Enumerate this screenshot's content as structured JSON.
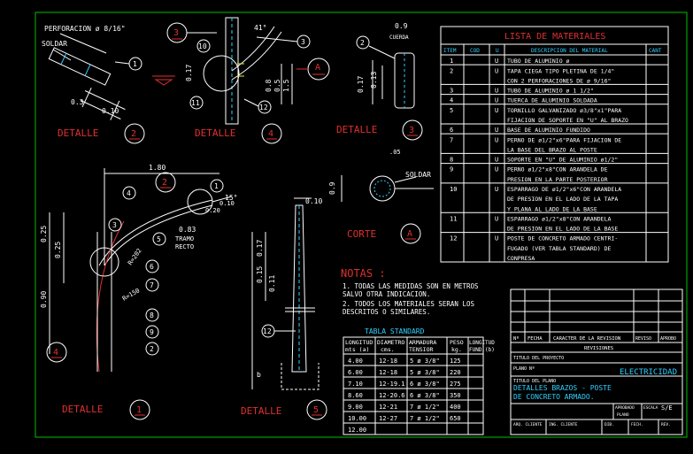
{
  "colors": {
    "frame": "#00c000",
    "white": "#ffffff",
    "red": "#e03030",
    "cyan": "#30d0ff",
    "yellow": "#e8e830",
    "blue": "#3050ff"
  },
  "detail2": {
    "note": "PERFORACION ø 8/16\"",
    "weld": "SOLDAR",
    "label": "DETALLE",
    "num": "2",
    "dim_a": "0.3",
    "dim_b": "0.10",
    "callout": "1"
  },
  "detail4": {
    "label": "DETALLE",
    "num": "4",
    "angle": "41°",
    "c3": "3",
    "c10": "10",
    "c11": "11",
    "c12": "12",
    "d1": "0.17",
    "d2": "0.8",
    "d3": "0.5",
    "d4": "1.5",
    "top": "3",
    "sectionA": "A"
  },
  "detail3": {
    "label": "DETALLE",
    "num": "3",
    "top": "2",
    "dim_top": "0.9",
    "note": "CUERDA",
    "d1": "0.17",
    "d2": "0.13"
  },
  "corte": {
    "label": "CORTE",
    "letter": "A",
    "dim": ".05",
    "weld": "SOLDAR",
    "d": "0.9"
  },
  "detail1": {
    "label": "DETALLE",
    "num": "1",
    "top_dim": "1.80",
    "angle": "15°",
    "d_a": "0.83",
    "d_b": "0.25",
    "d_c": "0.90",
    "r1": "R=202",
    "r2": "R=150",
    "r3": "0.20",
    "r4": "0.10",
    "tramo": "TRAMO",
    "recto": "RECTO",
    "marks": [
      "1",
      "2",
      "3",
      "4",
      "5",
      "6",
      "7",
      "8",
      "9",
      "2",
      "4"
    ]
  },
  "detail5": {
    "label": "DETALLE",
    "num": "5",
    "top": "0.10",
    "d1": "0.17",
    "d2": "0.15",
    "d3": "0.11",
    "callout": "12",
    "b": "b"
  },
  "notes": {
    "title": "NOTAS :",
    "items": [
      "1.  TODAS LAS MEDIDAS SON EN METROS",
      "     SALVO OTRA INDICACION.",
      "2.  TODOS LOS MATERIALES SERAN LOS",
      "     DESCRITOS O SIMILARES."
    ]
  },
  "materials": {
    "title": "LISTA DE MATERIALES",
    "headers": [
      "ITEM",
      "COD",
      "U",
      "DESCRIPCION DEL MATERIAL",
      "CANT"
    ],
    "rows": [
      [
        "1",
        "",
        "U",
        "TUBO DE ALUMINIO ø"
      ],
      [
        "2",
        "",
        "U",
        "TAPA CIEGA TIPO PLETINA DE 1/4\""
      ],
      [
        "",
        "",
        "",
        "CON 2 PERFORACIONES DE ø 9/16\""
      ],
      [
        "3",
        "",
        "U",
        "TUBO DE ALUMINIO ø 1 1/2\""
      ],
      [
        "4",
        "",
        "U",
        "TUERCA DE ALUMINIO SOLDADA"
      ],
      [
        "5",
        "",
        "U",
        "TORNILLO GALVANIZADO ø3/8\"x1\"PARA"
      ],
      [
        "",
        "",
        "",
        "FIJACION DE SOPORTE EN \"U\" AL BRAZO"
      ],
      [
        "6",
        "",
        "U",
        "BASE DE ALUMINIO FUNDIDO"
      ],
      [
        "7",
        "",
        "U",
        "PERNO DE ø1/2\"x6\"PARA FIJACION DE"
      ],
      [
        "",
        "",
        "",
        "LA BASE DEL BRAZO AL POSTE"
      ],
      [
        "8",
        "",
        "U",
        "SOPORTE EN \"U\" DE ALUMINIO ø1/2\""
      ],
      [
        "9",
        "",
        "U",
        "PERNO ø1/2\"x8\"CON ARANDELA DE"
      ],
      [
        "",
        "",
        "",
        "PRESION EN LA PARTE POSTERIOR"
      ],
      [
        "10",
        "",
        "U",
        "ESPARRAGO DE ø1/2\"x6\"CON ARANDELA"
      ],
      [
        "",
        "",
        "",
        "DE PRESION EN EL LADO DE LA TAPA"
      ],
      [
        "",
        "",
        "",
        "Y PLANA AL LADO DE LA BASE"
      ],
      [
        "11",
        "",
        "U",
        "ESPARRAGO ø1/2\"x8\"CON ARANDELA"
      ],
      [
        "",
        "",
        "",
        "DE PRESION EN EL LADO DE LA BASE"
      ],
      [
        "12",
        "",
        "U",
        "POSTE DE CONCRETO ARMADO CENTRI-"
      ],
      [
        "",
        "",
        "",
        "FUGADO (VER TABLA STANDARD) DE"
      ],
      [
        "",
        "",
        "",
        "CONPRESA"
      ]
    ]
  },
  "standard": {
    "title": "TABLA STANDARD",
    "headers": [
      "LONGITUD",
      "DIAMETRO",
      "ARMADURA",
      "PESO",
      "LONGITUD"
    ],
    "headers2": [
      "mts (a)",
      "cms.",
      "TENSIOR",
      "kg.",
      "FUND.(b)"
    ],
    "rows": [
      [
        "4.00",
        "12-18",
        "5 ø 3/8\"",
        "125",
        ""
      ],
      [
        "6.00",
        "12-18",
        "5 ø 3/8\"",
        "220",
        ""
      ],
      [
        "7.10",
        "12-19.1",
        "6 ø 3/8\"",
        "275",
        ""
      ],
      [
        "8.60",
        "12-20.6",
        "6 ø 3/8\"",
        "350",
        ""
      ],
      [
        "9.00",
        "12-21",
        "7 ø 1/2\"",
        "400",
        ""
      ],
      [
        "10.00",
        "12-27",
        "7 ø 1/2\"",
        "650",
        ""
      ],
      [
        "12.00",
        "",
        "",
        "",
        ""
      ]
    ]
  },
  "titleblock": {
    "rev_headers": [
      "Nº",
      "FECHA",
      "CARACTER DE LA REVISION",
      "REVISO",
      "APROBO"
    ],
    "revisiones": "REVISIONES",
    "proyecto": "TITULO DEL PROYECTO",
    "plano": "PLANO Nº",
    "disciplina": "ELECTRICIDAD",
    "titulo_lbl": "TITULO DEL PLANO",
    "titulo1": "DETALLES BRAZOS - POSTE",
    "titulo2": "DE CONCRETO ARMADO.",
    "aprobado": "APROBADO",
    "escala": "ESCALA",
    "escala_val": "S/E",
    "plano2": "PLANO",
    "bottom": [
      "ARQ. CLIENTE",
      "ING. CLIENTE",
      "DIB.",
      "FECH.",
      "REV."
    ]
  }
}
